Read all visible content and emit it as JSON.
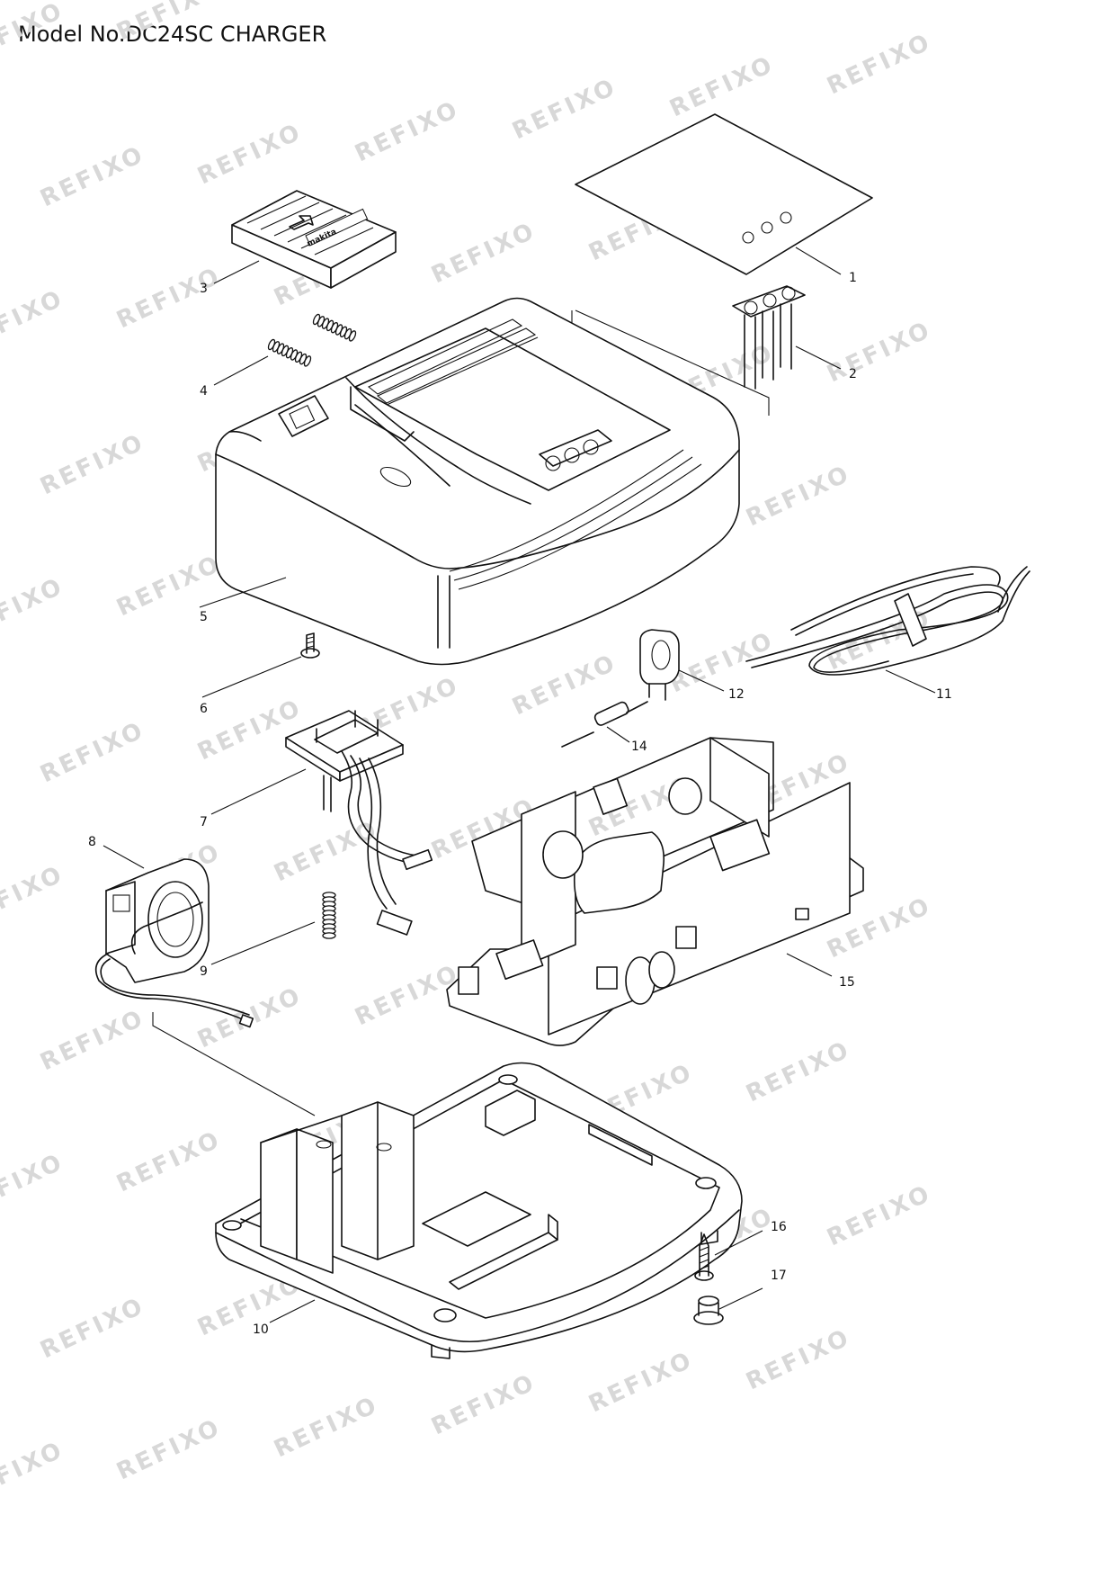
{
  "title": "Model No.DC24SC CHARGER",
  "watermark": "REFIXO",
  "badge_text": "makita",
  "part_numbers": [
    "1",
    "2",
    "3",
    "4",
    "5",
    "6",
    "7",
    "8",
    "9",
    "10",
    "11",
    "12",
    "14",
    "15",
    "16",
    "17"
  ]
}
